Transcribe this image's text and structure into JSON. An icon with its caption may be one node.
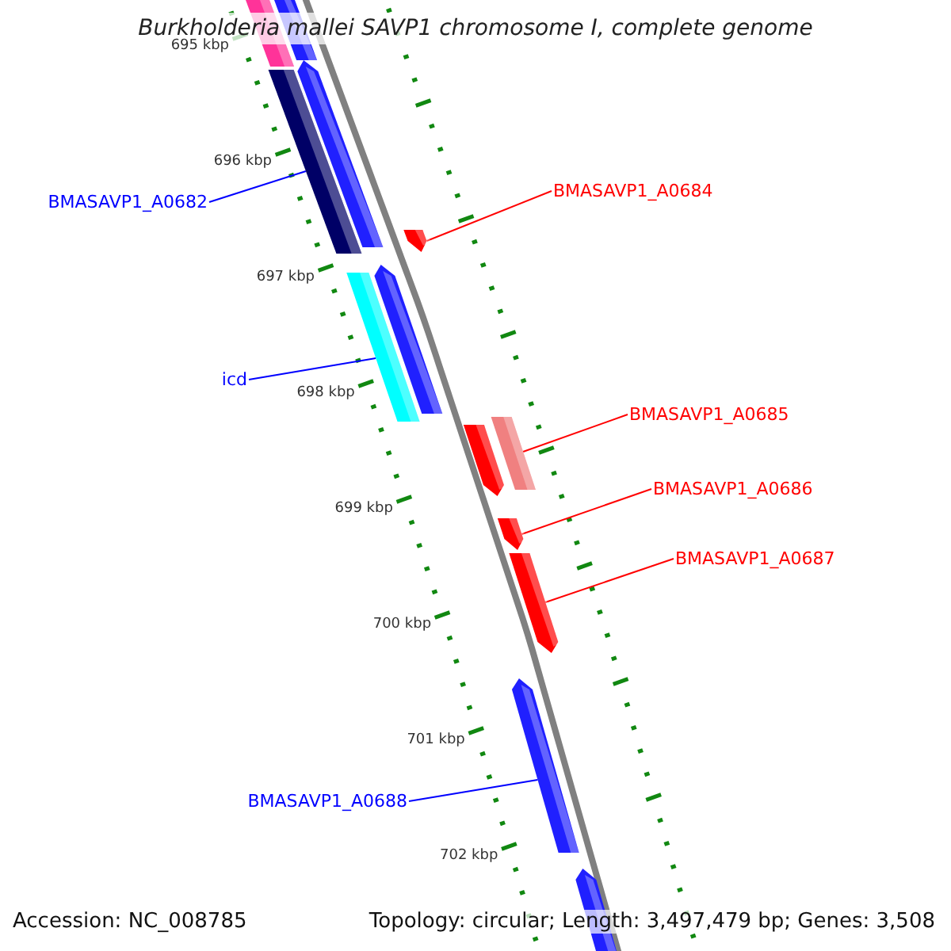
{
  "diagram": {
    "title": "Burkholderia mallei SAVP1 chromosome I, complete genome",
    "nodes": [
      {
        "text": [],
        "shape": "bar"
      },
      {
        "text": [],
        "shape": "bar"
      },
      {
        "text": [
          "BMASAVP1_A0682"
        ]
      },
      {
        "text": [],
        "shape": "bar"
      },
      {
        "text": [],
        "shape": "bar"
      },
      {
        "text": [
          "BMASAVP1_A0684"
        ]
      },
      {
        "text": [],
        "shape": "bar"
      },
      {
        "text": [
          "icd"
        ]
      },
      {
        "text": [],
        "shape": "bar"
      },
      {
        "text": [],
        "shape": "bar"
      },
      {
        "text": [],
        "shape": "bar"
      },
      {
        "text": [
          "BMASAVP1_A0685"
        ]
      },
      {
        "text": [],
        "shape": "bar"
      },
      {
        "text": [
          "BMASAVP1_A0686"
        ]
      },
      {
        "text": [],
        "shape": "bar"
      },
      {
        "text": [
          "BMASAVP1_A0687"
        ]
      },
      {
        "text": [],
        "shape": "bar"
      },
      {
        "text": [
          "BMASAVP1_A0688"
        ]
      },
      {
        "text": [],
        "shape": "bar"
      },
      {
        "text": [],
        "shape": "bar"
      }
    ],
    "edges": [
      {
        "from": 2,
        "to": 3,
        "arrow": "none",
        "color": "#0000ff"
      },
      {
        "from": 5,
        "to": 6,
        "arrow": "none"
      },
      {
        "from": 7,
        "to": 8,
        "arrow": "none",
        "color": "#0000ff"
      },
      {
        "from": 11,
        "to": 12,
        "arrow": "none"
      },
      {
        "from": 13,
        "to": 14,
        "arrow": "none"
      },
      {
        "from": 15,
        "to": 16,
        "arrow": "none"
      },
      {
        "from": 17,
        "to": 18,
        "arrow": "none",
        "color": "#0000ff"
      }
    ],
    "labels": [
      "695 kbp",
      "696 kbp",
      "697 kbp",
      "698 kbp",
      "699 kbp",
      "700 kbp",
      "701 kbp",
      "702 kbp",
      "Accession: NC_008785",
      "Topology: circular; Length: 3,497,479 bp; Genes: 3,508"
    ]
  }
}
